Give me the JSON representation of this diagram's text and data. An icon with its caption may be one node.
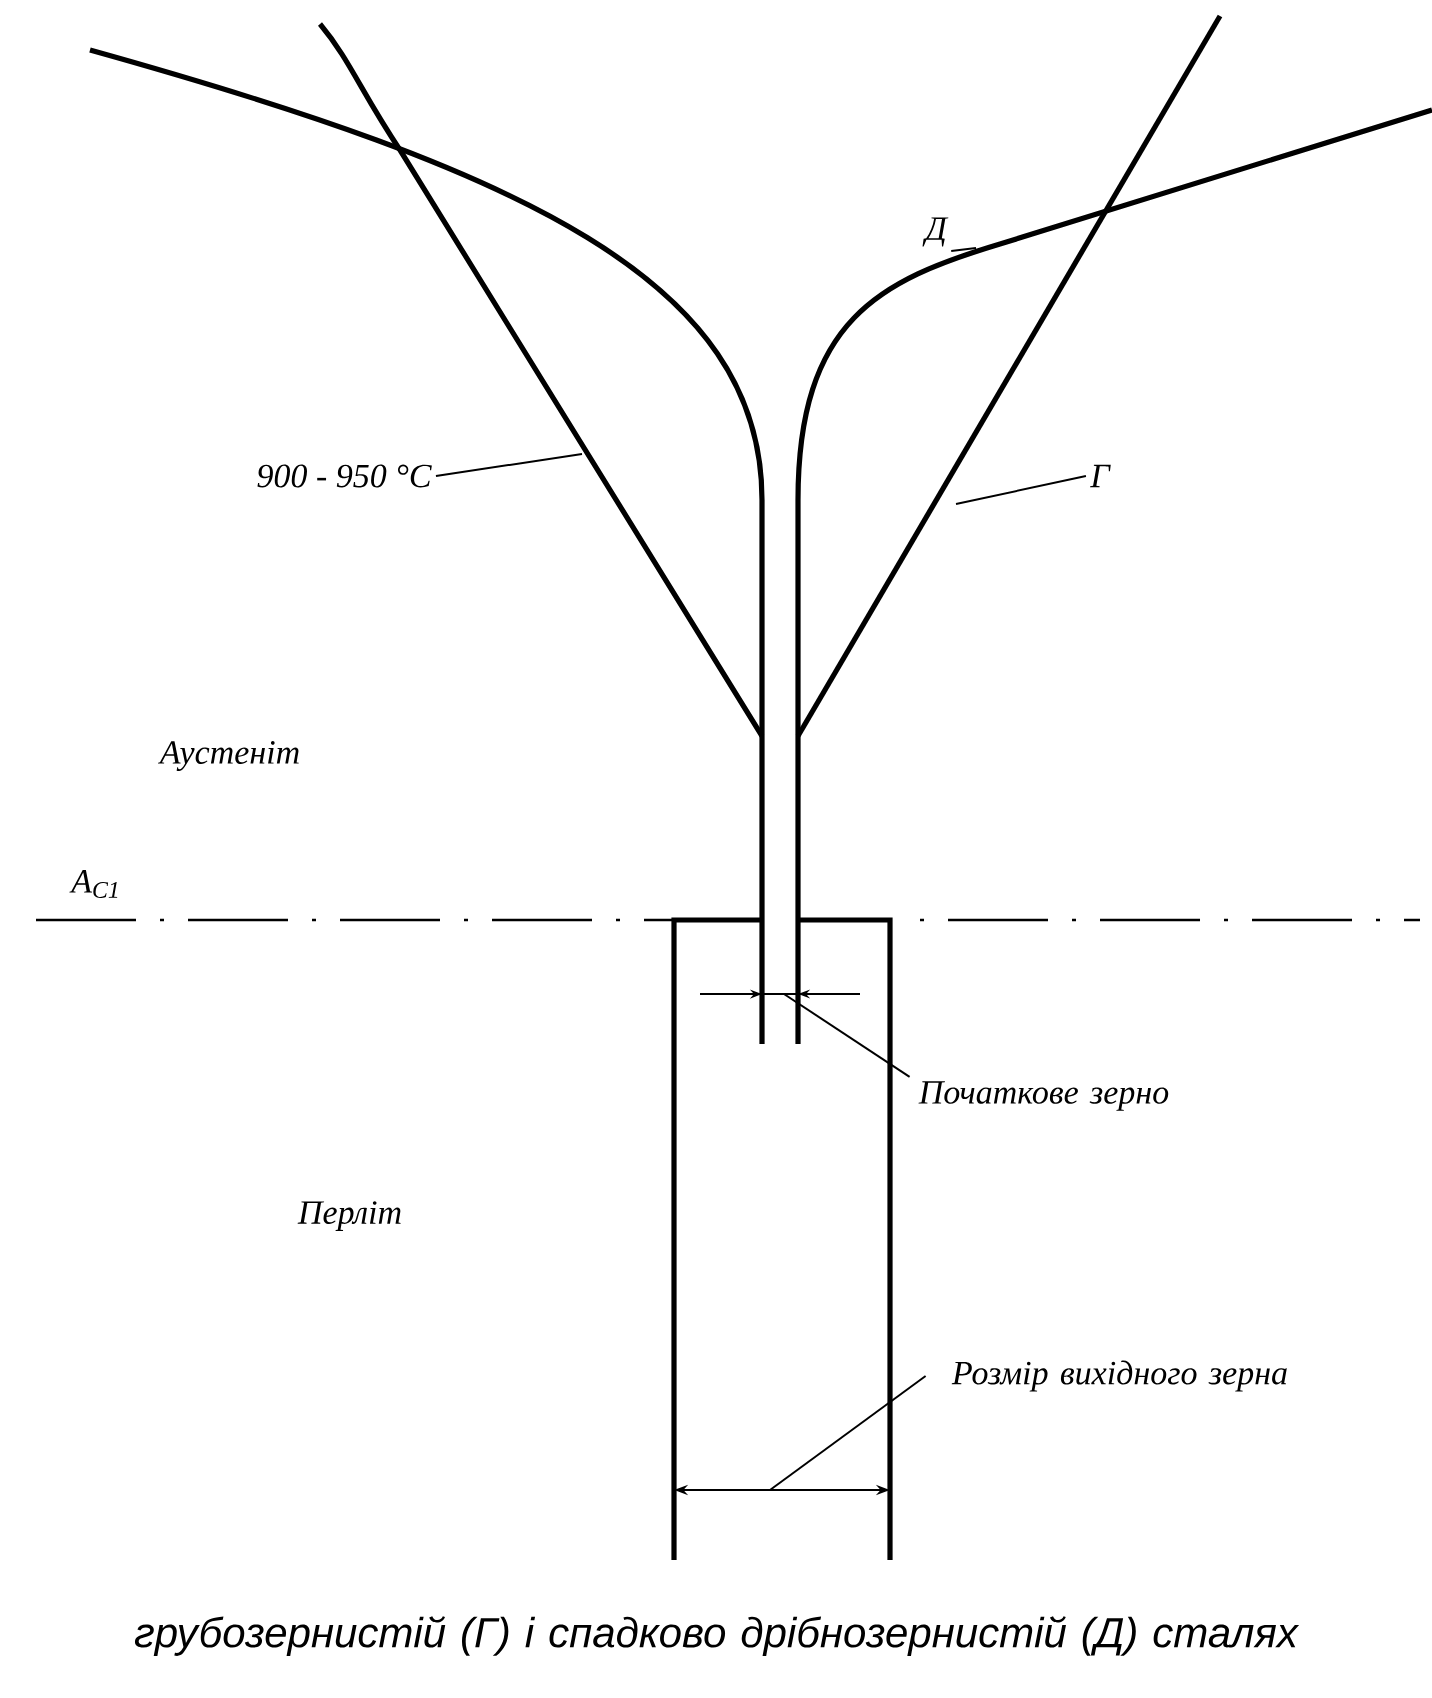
{
  "diagram": {
    "caption": "грубозернистій (Г) і спадково дрібнозернистій (Д) сталях",
    "nodes": [
      {
        "text": [
          "900 - 950 °C"
        ]
      },
      {
        "text": [
          "Г"
        ]
      },
      {
        "text": [
          "Д"
        ]
      },
      {
        "text": [
          "Початкове зерно"
        ]
      },
      {
        "text": [
          "Розмір вихідного зерна"
        ]
      }
    ],
    "edges": [
      {
        "from": 0,
        "to": null,
        "arrow": "none"
      },
      {
        "from": 1,
        "to": null,
        "arrow": "none"
      },
      {
        "from": 2,
        "to": null,
        "arrow": "none"
      },
      {
        "from": 3,
        "to": null,
        "arrow": "none"
      },
      {
        "from": 4,
        "to": null,
        "arrow": "none"
      }
    ],
    "labels": [
      "Аустеніт",
      "A$_{C1}$",
      "Перліт"
    ]
  }
}
